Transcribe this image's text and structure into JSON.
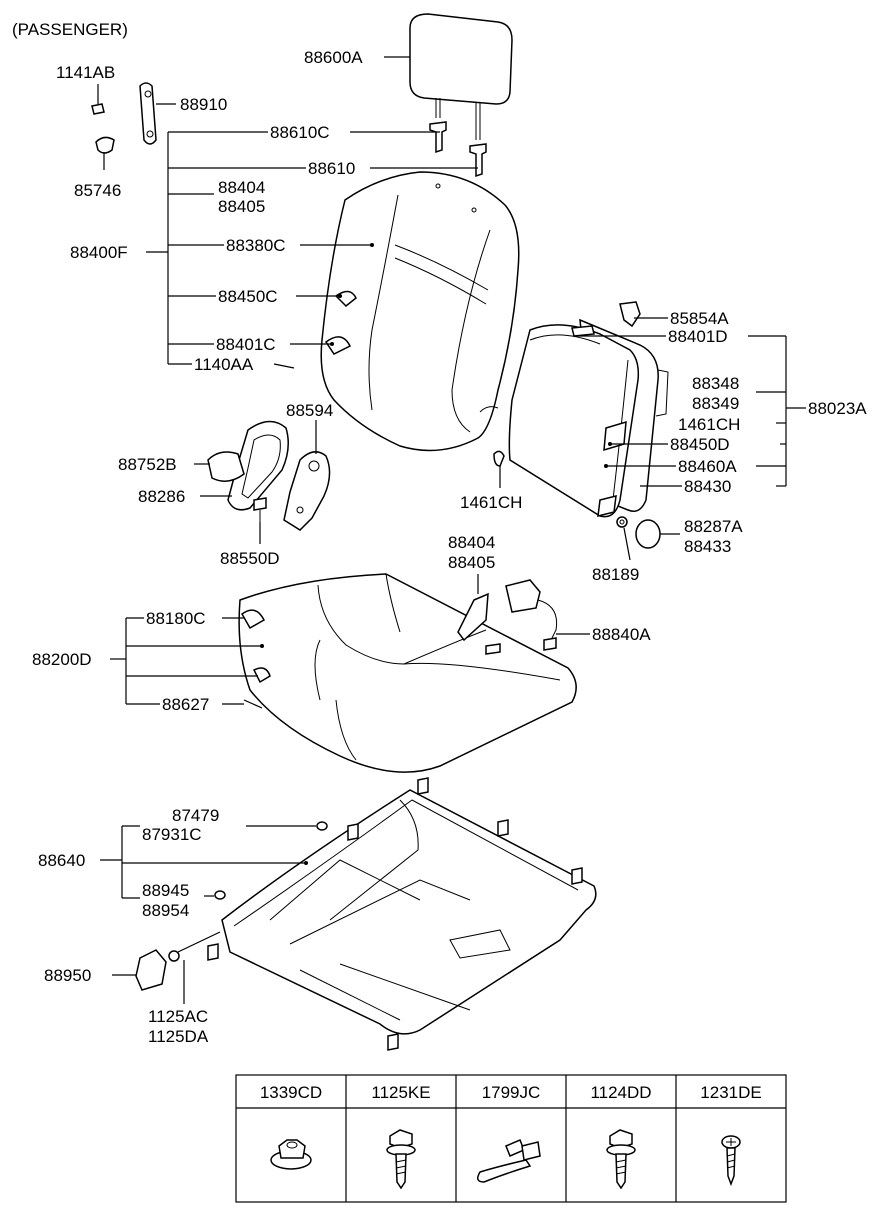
{
  "title": "(PASSENGER)",
  "labels": {
    "l_88600A": "88600A",
    "l_1141AB": "1141AB",
    "l_88910": "88910",
    "l_85746": "85746",
    "l_88610C": "88610C",
    "l_88610": "88610",
    "l_88404a": "88404",
    "l_88405a": "88405",
    "l_88400F": "88400F",
    "l_88380C": "88380C",
    "l_88450C": "88450C",
    "l_88401C": "88401C",
    "l_1140AA": "1140AA",
    "l_85854A": "85854A",
    "l_88401D": "88401D",
    "l_88348": "88348",
    "l_88349": "88349",
    "l_1461CHa": "1461CH",
    "l_88023A": "88023A",
    "l_88450D": "88450D",
    "l_88460A": "88460A",
    "l_88430": "88430",
    "l_1461CHb": "1461CH",
    "l_88594": "88594",
    "l_88752B": "88752B",
    "l_88286": "88286",
    "l_88550D": "88550D",
    "l_88287A": "88287A",
    "l_88433": "88433",
    "l_88189": "88189",
    "l_88404b": "88404",
    "l_88405b": "88405",
    "l_88180C": "88180C",
    "l_88840A": "88840A",
    "l_88200D": "88200D",
    "l_88627": "88627",
    "l_87479": "87479",
    "l_87931C": "87931C",
    "l_88640": "88640",
    "l_88945": "88945",
    "l_88954": "88954",
    "l_88950": "88950",
    "l_1125AC": "1125AC",
    "l_1125DA": "1125DA"
  },
  "legend_table": {
    "headers": [
      "1339CD",
      "1125KE",
      "1799JC",
      "1124DD",
      "1231DE"
    ],
    "icons": [
      "flange-nut-icon",
      "flange-bolt-icon",
      "cable-tie-icon",
      "flange-bolt-icon",
      "tapping-screw-icon"
    ]
  }
}
